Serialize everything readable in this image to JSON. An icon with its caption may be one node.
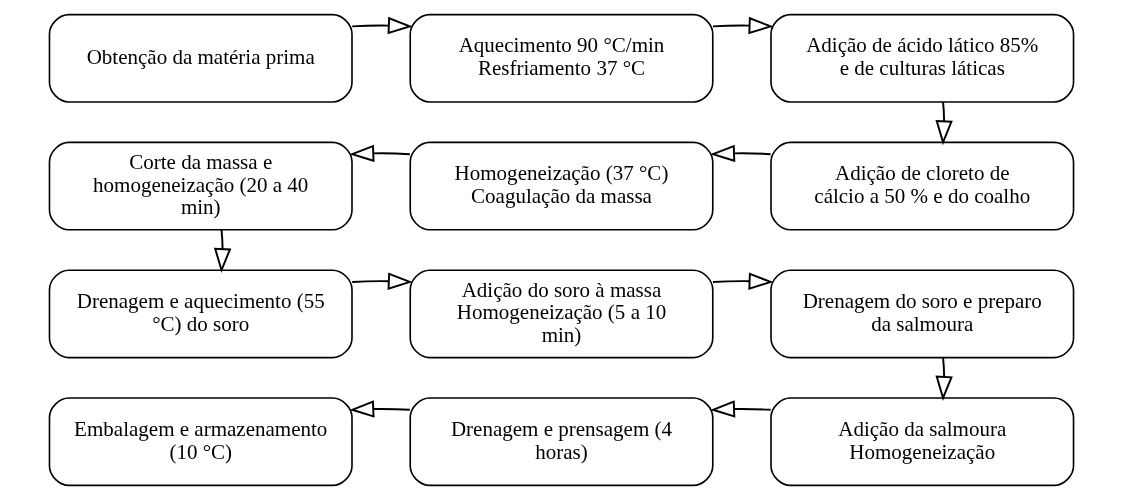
{
  "diagram": {
    "nodes": [
      {
        "text": [
          "Obtenção da matéria prima"
        ]
      },
      {
        "text": [
          "Aquecimento 90 °C/min Resfriamento 37 °C"
        ]
      },
      {
        "text": [
          "Adição de ácido lático 85% e de culturas láticas"
        ]
      },
      {
        "text": [
          "Adição de cloreto de cálcio a 50 % e do coalho"
        ]
      },
      {
        "text": [
          "Homogeneização (37 °C) Coagulação da massa"
        ]
      },
      {
        "text": [
          "Corte da massa e homogeneização (20 a 40 min)"
        ]
      },
      {
        "text": [
          "Drenagem e aquecimento (55 °C) do soro"
        ]
      },
      {
        "text": [
          "Adição do soro à massa Homogeneização (5 a 10 min)"
        ]
      },
      {
        "text": [
          "Drenagem do soro e preparo da salmoura"
        ]
      },
      {
        "text": [
          "Adição da salmoura Homogeneização"
        ]
      },
      {
        "text": [
          "Drenagem e prensagem (4 horas)"
        ]
      },
      {
        "text": [
          "Embalagem e armazenamento (10 °C)"
        ]
      }
    ],
    "edges": [
      {
        "from": 0,
        "to": 1,
        "arrow": "to"
      },
      {
        "from": 1,
        "to": 2,
        "arrow": "to"
      },
      {
        "from": 2,
        "to": 3,
        "arrow": "to"
      },
      {
        "from": 3,
        "to": 4,
        "arrow": "to"
      },
      {
        "from": 4,
        "to": 5,
        "arrow": "to"
      },
      {
        "from": 5,
        "to": 6,
        "arrow": "to"
      },
      {
        "from": 6,
        "to": 7,
        "arrow": "to"
      },
      {
        "from": 7,
        "to": 8,
        "arrow": "to"
      },
      {
        "from": 8,
        "to": 9,
        "arrow": "to"
      },
      {
        "from": 9,
        "to": 10,
        "arrow": "to"
      },
      {
        "from": 10,
        "to": 11,
        "arrow": "to"
      }
    ]
  }
}
